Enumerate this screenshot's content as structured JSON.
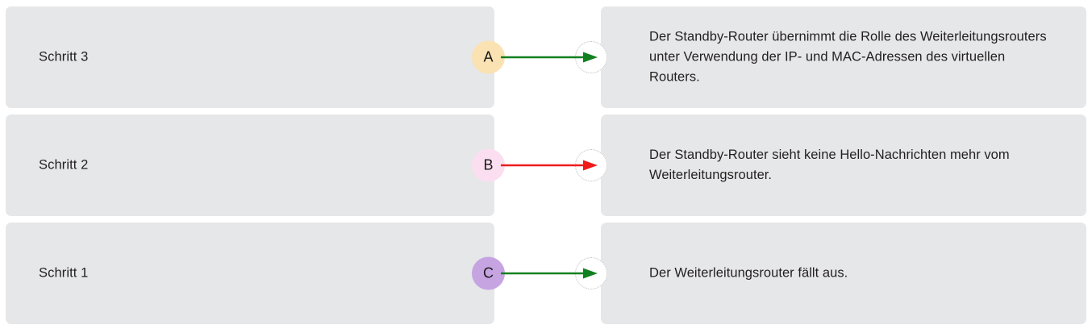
{
  "page": {
    "background_color": "#ffffff",
    "card_color": "#e6e7e8",
    "text_color": "#231f20"
  },
  "rows": [
    {
      "step_label": "Schritt 3",
      "badge_letter": "A",
      "badge_color": "#fae2b2",
      "arrow_color": "#128020",
      "target_icon": "dotted-drop-target-icon",
      "description": "Der Standby-Router übernimmt die Rolle des Weiterleitungsrouters unter Verwendung der IP- und MAC-Adressen des virtuellen Routers."
    },
    {
      "step_label": "Schritt 2",
      "badge_letter": "B",
      "badge_color": "#fbdff0",
      "arrow_color": "#ef1b1b",
      "target_icon": "dotted-drop-target-icon",
      "description": "Der Standby-Router sieht keine Hello-Nachrichten mehr vom Weiterleitungsrouter."
    },
    {
      "step_label": "Schritt 1",
      "badge_letter": "C",
      "badge_color": "#c6a4e2",
      "arrow_color": "#128020",
      "target_icon": "dotted-drop-target-icon",
      "description": "Der Weiterleitungsrouter fällt aus."
    }
  ]
}
